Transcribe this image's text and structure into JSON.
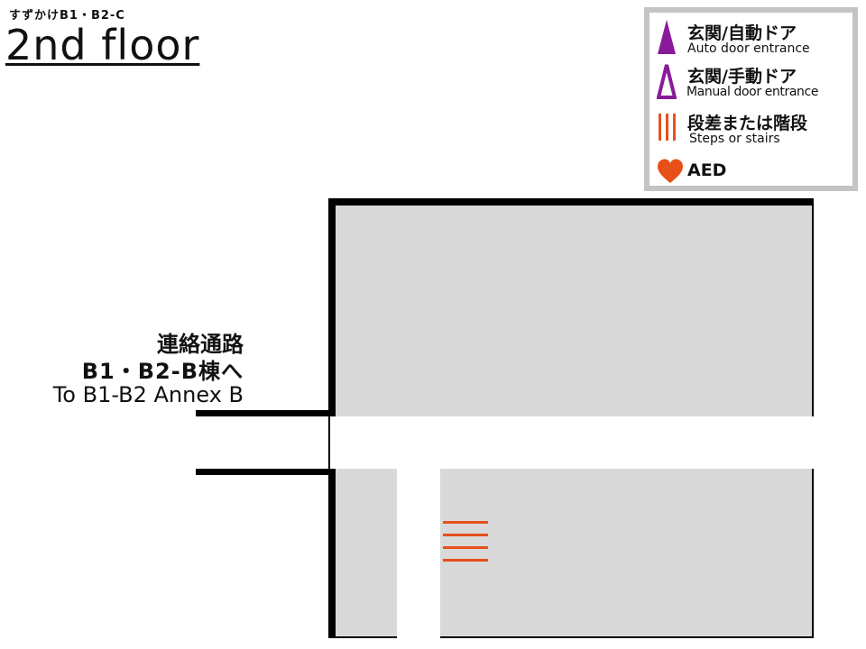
{
  "header": {
    "subtitle": "すずかけB1・B2-C",
    "floor_title": "2nd floor"
  },
  "legend": {
    "items": [
      {
        "ja": "玄関/自動ドア",
        "en": "Auto door entrance",
        "icon": "auto-door-triangle-icon",
        "color": "#8b1a9b"
      },
      {
        "ja": "玄関/手動ドア",
        "en": "Manual door entrance",
        "icon": "manual-door-triangle-icon",
        "color": "#8b1a9b"
      },
      {
        "ja": "段差または階段",
        "en": "Steps or stairs",
        "icon": "stairs-bars-icon",
        "color": "#e8501a"
      },
      {
        "ja": "AED",
        "en": "",
        "icon": "heart-icon",
        "color": "#e8501a"
      }
    ]
  },
  "connector": {
    "line1": "連絡通路",
    "line2": "B1・B2-B棟へ",
    "line3": "To B1-B2 Annex B"
  },
  "colors": {
    "room_fill": "#d9d9d9",
    "wall": "#000000",
    "legend_border": "#c4c4c4",
    "accent_orange": "#e8501a",
    "accent_purple": "#8b1a9b"
  }
}
